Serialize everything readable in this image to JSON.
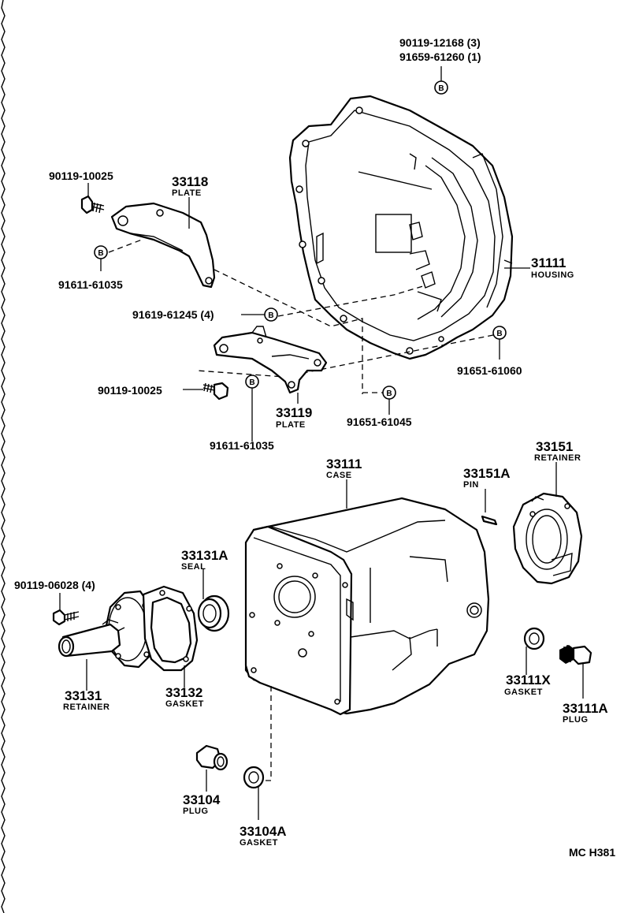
{
  "diagram": {
    "code": "MC H381",
    "b_symbol": "B",
    "labels": {
      "housing_bolts_a": "90119-12168 (3)",
      "housing_bolts_b": "91659-61260 (1)",
      "bolt_90119_10025_top": "90119-10025",
      "plate_33118_no": "33118",
      "plate_33118_name": "PLATE",
      "bolt_91611_61035_top": "91611-61035",
      "housing_no": "31111",
      "housing_name": "HOUSING",
      "bolt_91619_61245": "91619-61245 (4)",
      "bolt_91651_61060": "91651-61060",
      "bolt_90119_10025_mid": "90119-10025",
      "plate_33119_no": "33119",
      "plate_33119_name": "PLATE",
      "bolt_91651_61045": "91651-61045",
      "bolt_91611_61035_bottom": "91611-61035",
      "case_no": "33111",
      "case_name": "CASE",
      "pin_no": "33151A",
      "pin_name": "PIN",
      "retainer_33151_no": "33151",
      "retainer_33151_name": "RETAINER",
      "seal_no": "33131A",
      "seal_name": "SEAL",
      "bolt_90119_06028": "90119-06028 (4)",
      "retainer_33131_no": "33131",
      "retainer_33131_name": "RETAINER",
      "gasket_33132_no": "33132",
      "gasket_33132_name": "GASKET",
      "gasket_33111x_no": "33111X",
      "gasket_33111x_name": "GASKET",
      "plug_33111a_no": "33111A",
      "plug_33111a_name": "PLUG",
      "plug_33104_no": "33104",
      "plug_33104_name": "PLUG",
      "gasket_33104a_no": "33104A",
      "gasket_33104a_name": "GASKET"
    }
  }
}
